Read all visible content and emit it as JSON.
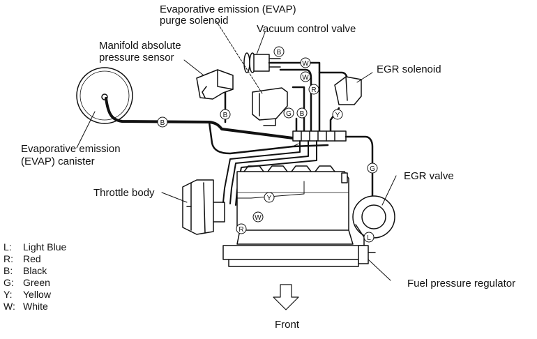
{
  "labels": {
    "evap_purge_line1": "Evaporative emission (EVAP)",
    "evap_purge_line2": "purge solenoid",
    "vacuum_control_valve": "Vacuum control valve",
    "map_line1": "Manifold absolute",
    "map_line2": "pressure sensor",
    "egr_solenoid": "EGR solenoid",
    "evap_canister_line1": "Evaporative emission",
    "evap_canister_line2": "(EVAP) canister",
    "throttle_body": "Throttle body",
    "egr_valve": "EGR valve",
    "fuel_pressure_regulator": "Fuel pressure regulator",
    "front": "Front"
  },
  "legend": [
    {
      "code": "L:",
      "color": "Light Blue"
    },
    {
      "code": "R:",
      "color": "Red"
    },
    {
      "code": "B:",
      "color": "Black"
    },
    {
      "code": "G:",
      "color": "Green"
    },
    {
      "code": "Y:",
      "color": "Yellow"
    },
    {
      "code": "W:",
      "color": "White"
    }
  ],
  "hose_markers": {
    "top_b": "B",
    "top_w1": "W",
    "top_w2": "W",
    "top_r": "R",
    "mid_g": "G",
    "mid_b": "B",
    "mid_y": "Y",
    "map_b": "B",
    "canister_b": "B",
    "egr_g": "G",
    "tb_y": "Y",
    "tb_w": "W",
    "tb_r": "R",
    "reg_l": "L"
  }
}
